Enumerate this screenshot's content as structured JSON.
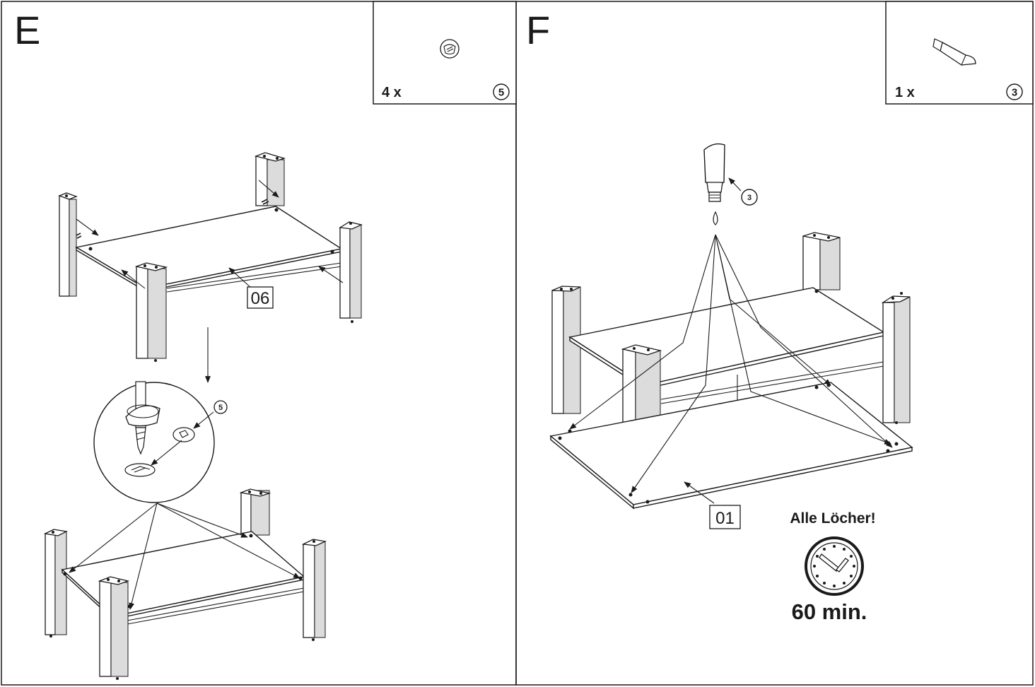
{
  "panels": [
    {
      "step_label": "E",
      "hardware": {
        "quantity": "4 x",
        "part_number": "5",
        "icon": "cam-lock-icon"
      },
      "part_label": "06",
      "detail_callout_number": "5"
    },
    {
      "step_label": "F",
      "hardware": {
        "quantity": "1 x",
        "part_number": "3",
        "icon": "glue-tube-icon"
      },
      "part_label": "01",
      "glue_callout_number": "3",
      "note": "Alle Löcher!",
      "wait_time": "60 min.",
      "wait_icon": "clock-icon"
    }
  ],
  "colors": {
    "line": "#1a1a1a",
    "background": "#ffffff",
    "leg_shade": "#dcdcdc"
  }
}
